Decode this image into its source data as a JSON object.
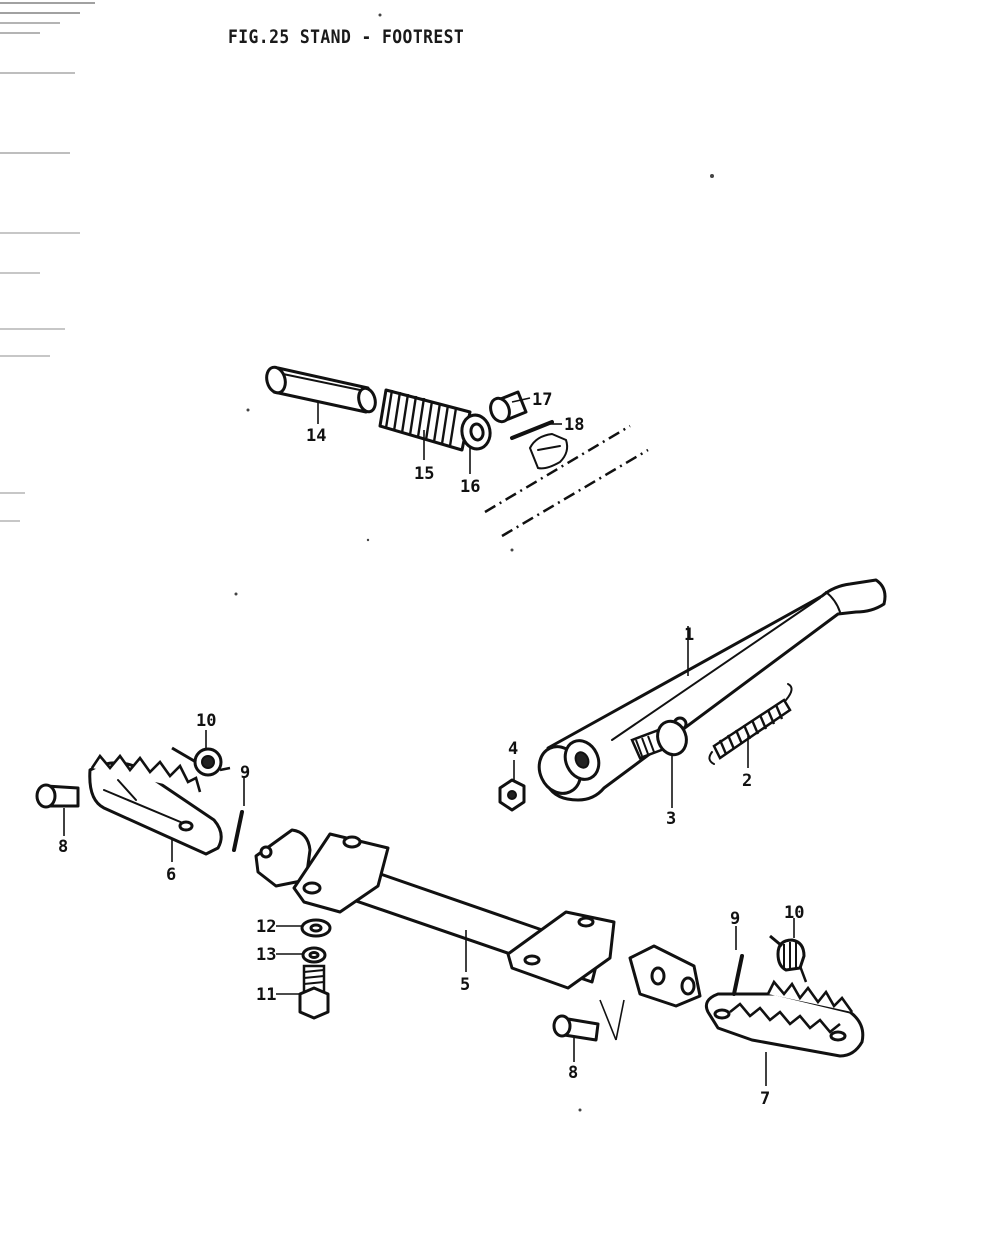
{
  "figure": {
    "title": "FIG.25  STAND - FOOTREST"
  },
  "callouts": [
    {
      "id": "p1",
      "label": "1"
    },
    {
      "id": "p2",
      "label": "2"
    },
    {
      "id": "p3",
      "label": "3"
    },
    {
      "id": "p4",
      "label": "4"
    },
    {
      "id": "p5",
      "label": "5"
    },
    {
      "id": "p6",
      "label": "6"
    },
    {
      "id": "p7",
      "label": "7"
    },
    {
      "id": "p8a",
      "label": "8"
    },
    {
      "id": "p8b",
      "label": "8"
    },
    {
      "id": "p9a",
      "label": "9"
    },
    {
      "id": "p9b",
      "label": "9"
    },
    {
      "id": "p10a",
      "label": "10"
    },
    {
      "id": "p10b",
      "label": "10"
    },
    {
      "id": "p11",
      "label": "11"
    },
    {
      "id": "p12",
      "label": "12"
    },
    {
      "id": "p13",
      "label": "13"
    },
    {
      "id": "p14",
      "label": "14"
    },
    {
      "id": "p15",
      "label": "15"
    },
    {
      "id": "p16",
      "label": "16"
    },
    {
      "id": "p17",
      "label": "17"
    },
    {
      "id": "p18",
      "label": "18"
    }
  ]
}
